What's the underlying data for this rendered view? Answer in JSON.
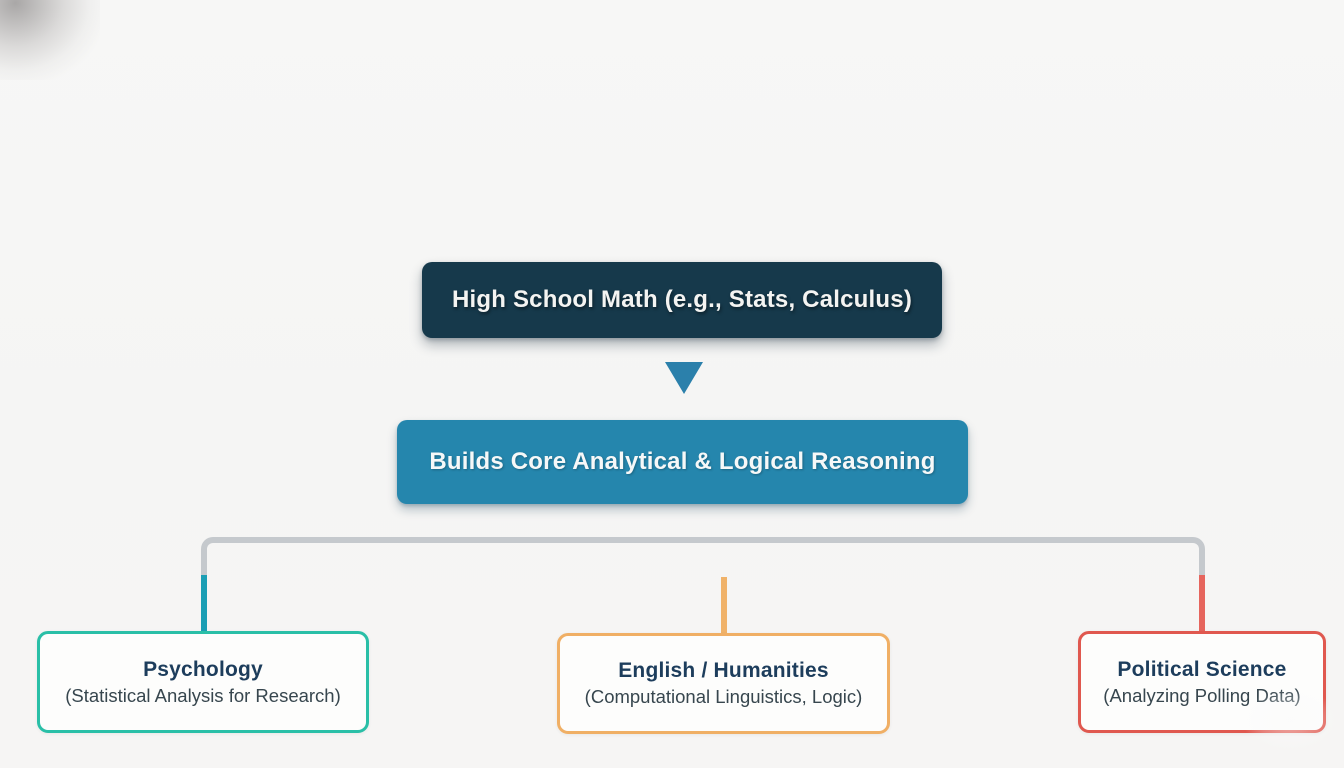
{
  "canvas": {
    "background": "#f5f5f4"
  },
  "flowchart": {
    "root": {
      "label": "High School Math (e.g., Stats, Calculus)",
      "bg": "#16394b",
      "text_color": "#f4f4f2"
    },
    "arrow": {
      "icon": "down-triangle-icon",
      "color": "#2b80ab"
    },
    "core": {
      "label": "Builds Core Analytical & Logical Reasoning",
      "bg": "#2586ad",
      "text_color": "#f6f8f8"
    },
    "connector": {
      "trunk_color": "#c5c9cd"
    },
    "text": {
      "title_color": "#1d3d5c",
      "subtitle_color": "#37464e"
    },
    "branches": [
      {
        "id": "psychology",
        "title": "Psychology",
        "subtitle": "(Statistical Analysis for Research)",
        "accent": "#2abfa7",
        "stub_color": "#1b9eb4"
      },
      {
        "id": "english-humanities",
        "title": "English / Humanities",
        "subtitle": "(Computational Linguistics, Logic)",
        "accent": "#f0af65",
        "stub_color": "#f0b269"
      },
      {
        "id": "political-science",
        "title": "Political Science",
        "subtitle": "(Analyzing Polling Data)",
        "accent": "#e0584f",
        "stub_color": "#e6655d"
      }
    ]
  }
}
